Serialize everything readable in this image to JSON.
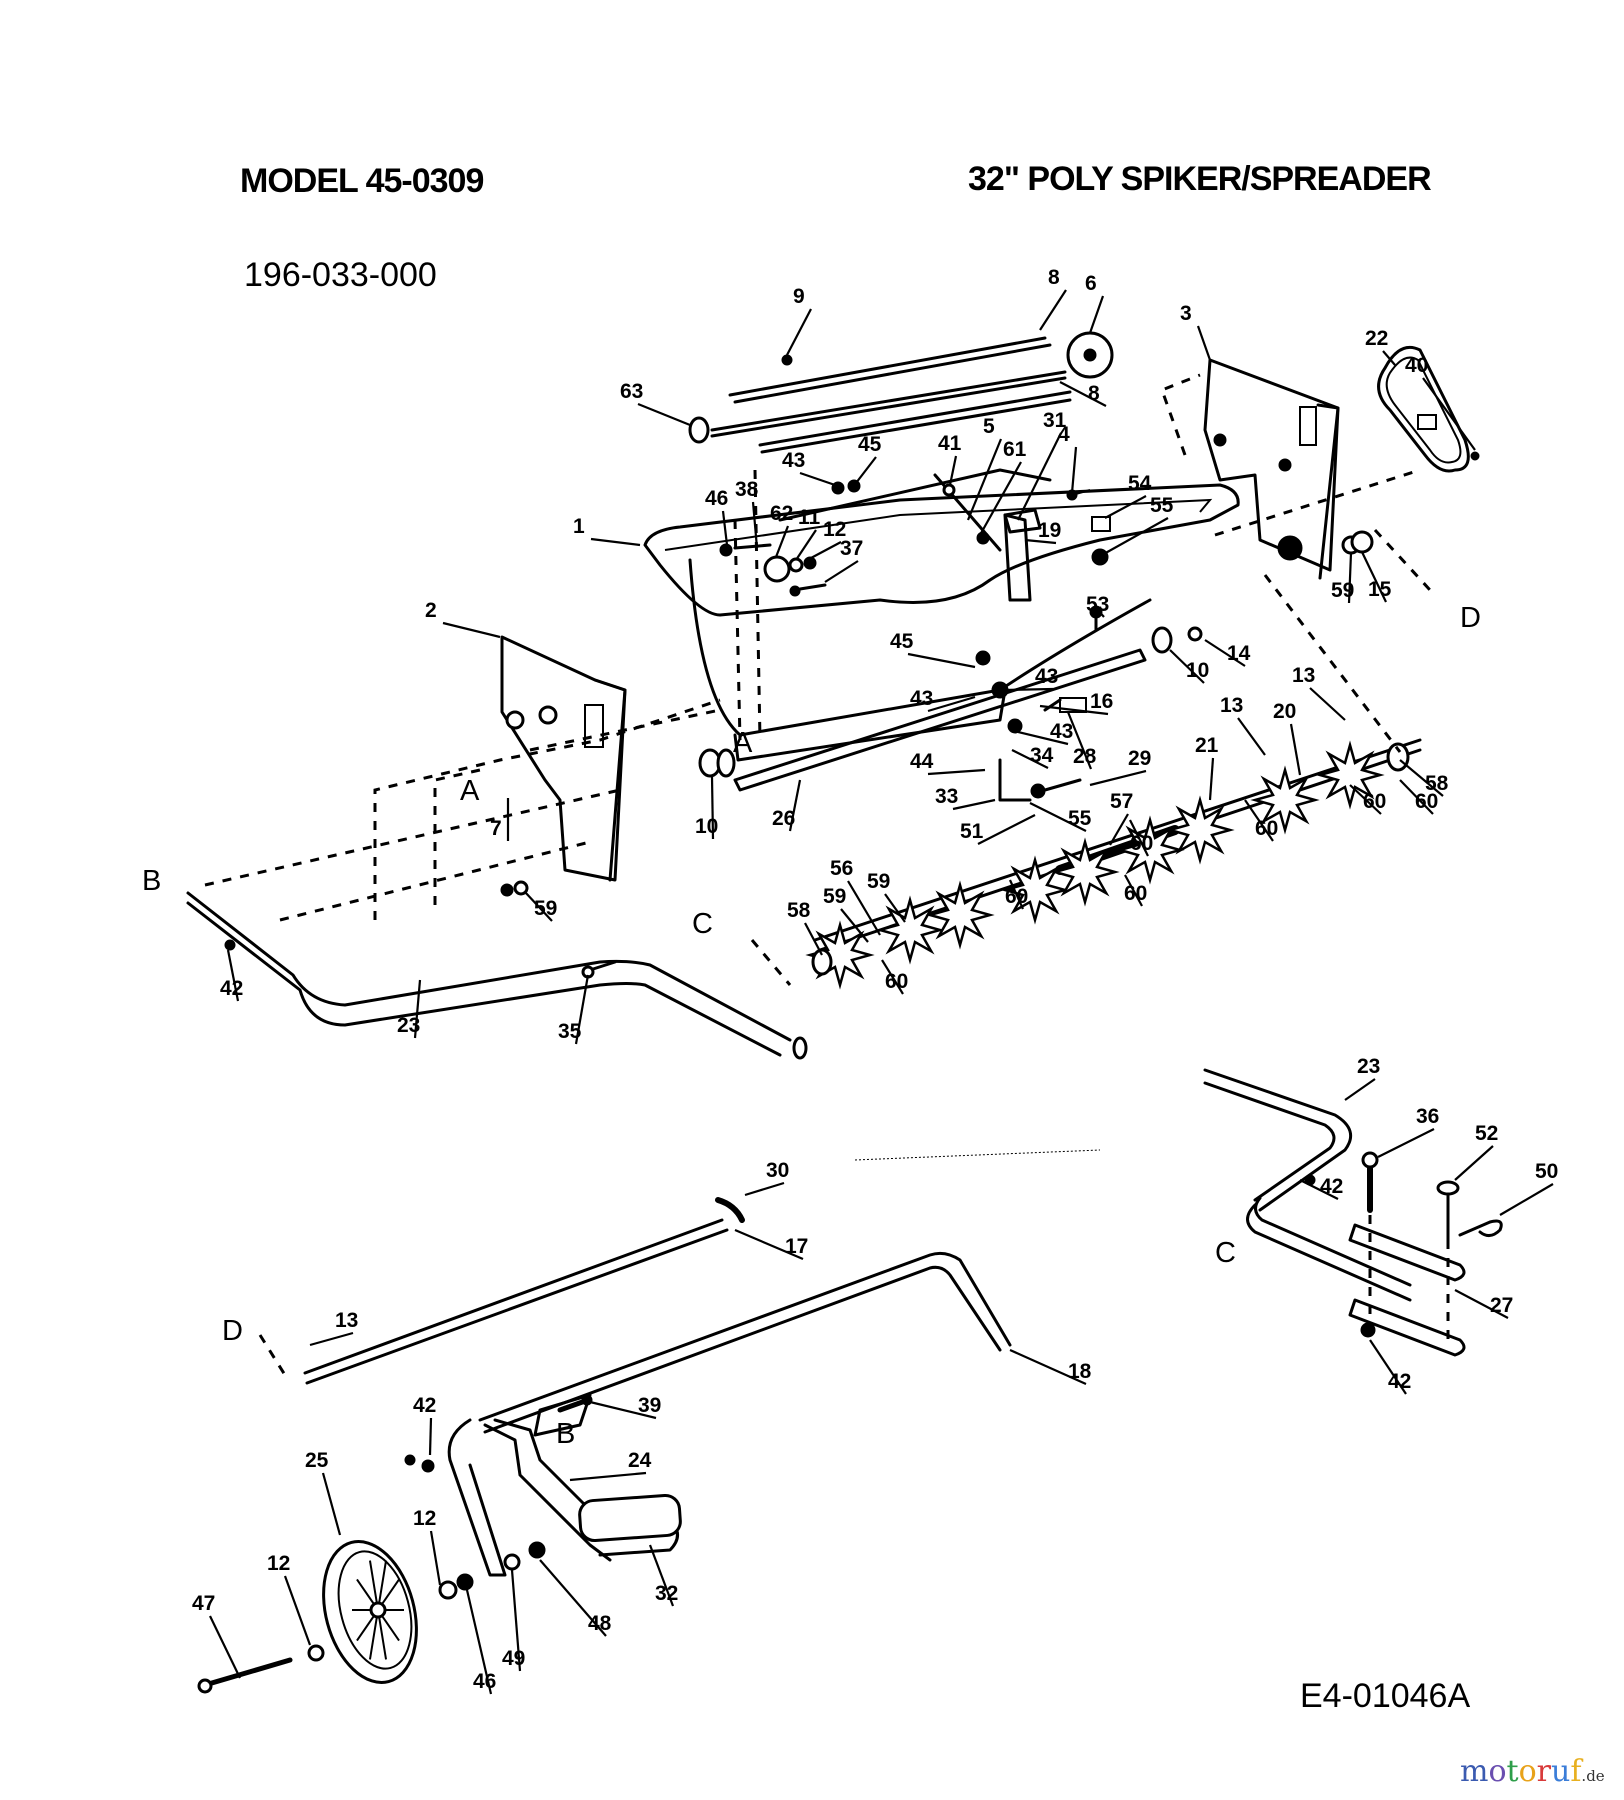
{
  "header": {
    "model": "MODEL 45-0309",
    "title": "32\" POLY SPIKER/SPREADER",
    "part_number": "196-033-000"
  },
  "footer": {
    "drawing_number": "E4-01046A",
    "watermark": {
      "letters": [
        "m",
        "o",
        "t",
        "o",
        "r",
        "u",
        "f"
      ],
      "colors": [
        "#3b5bb0",
        "#6a4fb0",
        "#2e9e4a",
        "#e8a21a",
        "#d83a3a",
        "#3b7dd8",
        "#e8b020"
      ],
      "tld": ".de"
    }
  },
  "reference_letters": [
    {
      "id": "A-left",
      "text": "A"
    },
    {
      "id": "A-right",
      "text": "A"
    },
    {
      "id": "B-top",
      "text": "B"
    },
    {
      "id": "B-bottom",
      "text": "B"
    },
    {
      "id": "C-top",
      "text": "C"
    },
    {
      "id": "C-right",
      "text": "C"
    },
    {
      "id": "D-top",
      "text": "D"
    },
    {
      "id": "D-bottom",
      "text": "D"
    }
  ],
  "callouts": [
    {
      "id": "c9",
      "text": "9"
    },
    {
      "id": "c8a",
      "text": "8"
    },
    {
      "id": "c6",
      "text": "6"
    },
    {
      "id": "c8b",
      "text": "8"
    },
    {
      "id": "c63",
      "text": "63"
    },
    {
      "id": "c3",
      "text": "3"
    },
    {
      "id": "c22",
      "text": "22"
    },
    {
      "id": "c40",
      "text": "40"
    },
    {
      "id": "c43a",
      "text": "43"
    },
    {
      "id": "c45a",
      "text": "45"
    },
    {
      "id": "c41",
      "text": "41"
    },
    {
      "id": "c5",
      "text": "5"
    },
    {
      "id": "c61",
      "text": "61"
    },
    {
      "id": "c31",
      "text": "31"
    },
    {
      "id": "c4",
      "text": "4"
    },
    {
      "id": "c54",
      "text": "54"
    },
    {
      "id": "c55a",
      "text": "55"
    },
    {
      "id": "c19",
      "text": "19"
    },
    {
      "id": "c46a",
      "text": "46"
    },
    {
      "id": "c38",
      "text": "38"
    },
    {
      "id": "c62",
      "text": "62"
    },
    {
      "id": "c11",
      "text": "11"
    },
    {
      "id": "c12a",
      "text": "12"
    },
    {
      "id": "c37",
      "text": "37"
    },
    {
      "id": "c1",
      "text": "1"
    },
    {
      "id": "c59a",
      "text": "59"
    },
    {
      "id": "c15",
      "text": "15"
    },
    {
      "id": "c2",
      "text": "2"
    },
    {
      "id": "c53",
      "text": "53"
    },
    {
      "id": "c14",
      "text": "14"
    },
    {
      "id": "c10a",
      "text": "10"
    },
    {
      "id": "c45b",
      "text": "45"
    },
    {
      "id": "c43b",
      "text": "43"
    },
    {
      "id": "c43c",
      "text": "43"
    },
    {
      "id": "c16",
      "text": "16"
    },
    {
      "id": "c43d",
      "text": "43"
    },
    {
      "id": "c13a",
      "text": "13"
    },
    {
      "id": "c13b",
      "text": "13"
    },
    {
      "id": "c20",
      "text": "20"
    },
    {
      "id": "c58a",
      "text": "58"
    },
    {
      "id": "c7",
      "text": "7"
    },
    {
      "id": "c10b",
      "text": "10"
    },
    {
      "id": "c26",
      "text": "26"
    },
    {
      "id": "c44",
      "text": "44"
    },
    {
      "id": "c34",
      "text": "34"
    },
    {
      "id": "c28",
      "text": "28"
    },
    {
      "id": "c29",
      "text": "29"
    },
    {
      "id": "c21",
      "text": "21"
    },
    {
      "id": "c33",
      "text": "33"
    },
    {
      "id": "c55b",
      "text": "55"
    },
    {
      "id": "c57",
      "text": "57"
    },
    {
      "id": "c51",
      "text": "51"
    },
    {
      "id": "c60a",
      "text": "60"
    },
    {
      "id": "c60b",
      "text": "60"
    },
    {
      "id": "c60c",
      "text": "60"
    },
    {
      "id": "c60d",
      "text": "60"
    },
    {
      "id": "c60e",
      "text": "60"
    },
    {
      "id": "c60f",
      "text": "60"
    },
    {
      "id": "c60g",
      "text": "60"
    },
    {
      "id": "c56",
      "text": "56"
    },
    {
      "id": "c59b",
      "text": "59"
    },
    {
      "id": "c59c",
      "text": "59"
    },
    {
      "id": "c58b",
      "text": "58"
    },
    {
      "id": "c60h",
      "text": "60"
    },
    {
      "id": "c59d",
      "text": "59"
    },
    {
      "id": "c42a",
      "text": "42"
    },
    {
      "id": "c23a",
      "text": "23"
    },
    {
      "id": "c35",
      "text": "35"
    },
    {
      "id": "c23b",
      "text": "23"
    },
    {
      "id": "c36",
      "text": "36"
    },
    {
      "id": "c52",
      "text": "52"
    },
    {
      "id": "c50",
      "text": "50"
    },
    {
      "id": "c42b",
      "text": "42"
    },
    {
      "id": "c27",
      "text": "27"
    },
    {
      "id": "c42c",
      "text": "42"
    },
    {
      "id": "c30",
      "text": "30"
    },
    {
      "id": "c17",
      "text": "17"
    },
    {
      "id": "c13c",
      "text": "13"
    },
    {
      "id": "c18",
      "text": "18"
    },
    {
      "id": "c39",
      "text": "39"
    },
    {
      "id": "c42d",
      "text": "42"
    },
    {
      "id": "c24",
      "text": "24"
    },
    {
      "id": "c25",
      "text": "25"
    },
    {
      "id": "c12b",
      "text": "12"
    },
    {
      "id": "c12c",
      "text": "12"
    },
    {
      "id": "c47",
      "text": "47"
    },
    {
      "id": "c32",
      "text": "32"
    },
    {
      "id": "c48",
      "text": "48"
    },
    {
      "id": "c49",
      "text": "49"
    },
    {
      "id": "c46b",
      "text": "46"
    }
  ]
}
